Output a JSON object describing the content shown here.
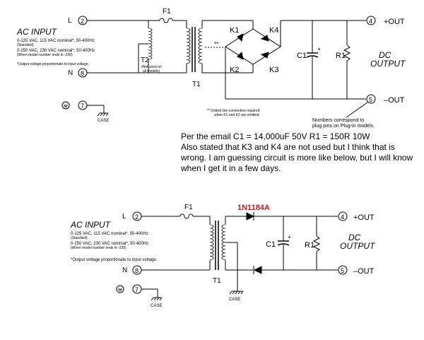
{
  "top": {
    "ac_input_title": "AC INPUT",
    "ac_line1": "0-125 VAC, 115 VAC nominal*, 50-400Hz",
    "ac_line1b": "(Standard)",
    "ac_line2": "0-250 VAC, 230 VAC nominal*, 50-400Hz",
    "ac_line2b": "(When model number ends in -230)",
    "ac_footnote": "*Output voltage proportionate to input voltage.",
    "L": "L",
    "N": "N",
    "pin2": "2",
    "pin8": "8",
    "pin7": "7",
    "pin4": "4",
    "pin5": "5",
    "F1": "F1",
    "T1": "T1",
    "T2": "T2",
    "T2_note1": "(Not used on",
    "T2_note2": "all models)",
    "K1": "K1",
    "K2": "K2",
    "K3": "K3",
    "K4": "K4",
    "C1": "C1",
    "R1": "R1",
    "plus_sign": "+",
    "dc_output1": "DC",
    "dc_output2": "OUTPUT",
    "plus_out": "+OUT",
    "minus_out": "–OUT",
    "case": "CASE",
    "dotted_marker": "**",
    "dotted_note1": "** Dotted line connection required",
    "dotted_note2": "when K1 and K2 are omitted.",
    "numbers_note1": "Numbers correspond to",
    "numbers_note2": "plug pins on Plug-in models."
  },
  "email_note": {
    "line1": "Per the email      C1 = 14,000uF 50V  R1 = 150R  10W",
    "line2": "Also stated that K3 and K4 are not used but I think that is wrong.   I am guessing circuit is more like below, but I will know when I get it in a few days."
  },
  "bottom": {
    "ac_input_title": "AC INPUT",
    "ac_line1": "0-125 VAC, 115 VAC nominal*, 50-400Hz",
    "ac_line1b": "(Standard)",
    "ac_line2": "0-250 VAC, 230 VAC nominal*, 50-400Hz",
    "ac_line2b": "(When model number ends in -230)",
    "ac_footnote": "*Output voltage proportionate to input voltage.",
    "L": "L",
    "N": "N",
    "pin2": "2",
    "pin8": "8",
    "pin7": "7",
    "pin4": "4",
    "pin5": "5",
    "F1": "F1",
    "T1": "T1",
    "diode_label": "1N1184A",
    "C1": "C1",
    "R1": "R1",
    "plus_sign": "+",
    "dc_output1": "DC",
    "dc_output2": "OUTPUT",
    "plus_out": "+OUT",
    "minus_out": "–OUT",
    "case1": "CASE",
    "case2": "CASE"
  },
  "colors": {
    "diode_label": "#b22222",
    "line": "#000000"
  }
}
